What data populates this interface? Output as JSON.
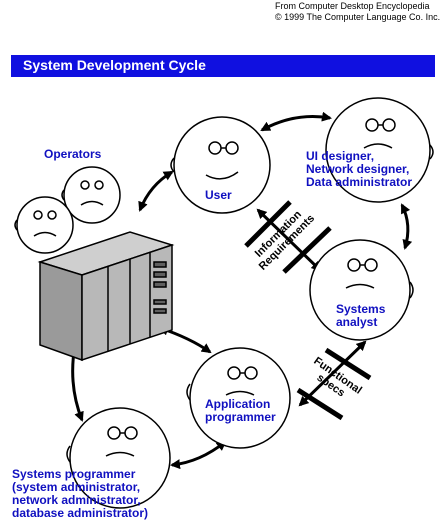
{
  "credit": {
    "line1": "From Computer Desktop Encyclopedia",
    "line2": "© 1999 The Computer Language Co. Inc."
  },
  "title": "System Development Cycle",
  "roles": {
    "operators": "Operators",
    "user": "User",
    "ui_team": "UI designer,\nNetwork designer,\nData administrator",
    "systems_analyst": "Systems\nanalyst",
    "application_programmer": "Application\nprogrammer",
    "systems_programmer": "Systems programmer\n(system administrator,\nnetwork administrator,\ndatabase administrator)"
  },
  "artifacts": {
    "information_requirements": "Information\nRequirements",
    "functional_specs": "Functional\nspecs"
  },
  "colors": {
    "banner": "#1010e0",
    "label_blue": "#1010c0",
    "outline": "#000000"
  }
}
